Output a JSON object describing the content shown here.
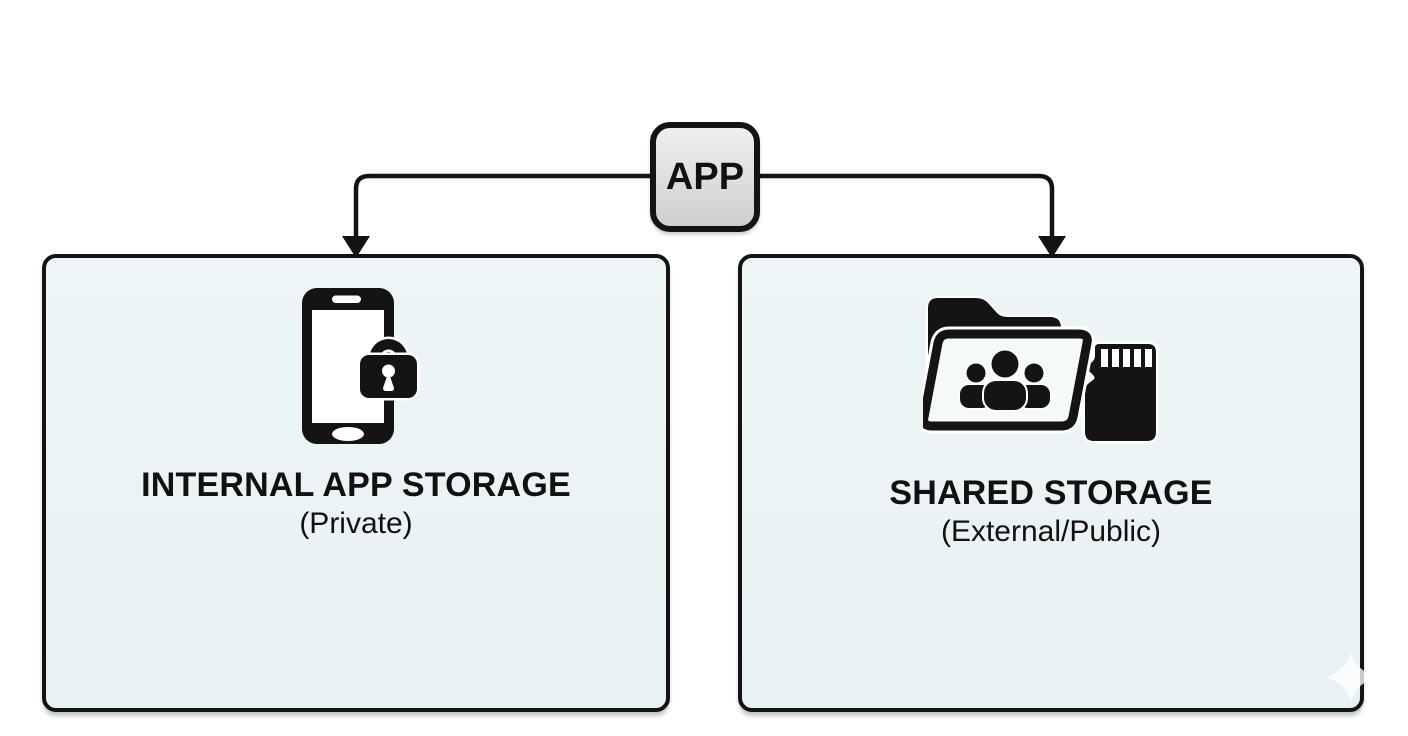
{
  "diagram": {
    "root": {
      "label": "APP"
    },
    "nodes": [
      {
        "title": "INTERNAL APP STORAGE",
        "subtitle": "(Private)",
        "icon": "phone-lock-icon"
      },
      {
        "title": "SHARED STORAGE",
        "subtitle": "(External/Public)",
        "icon": "folder-people-sdcard-icon"
      }
    ]
  },
  "colors": {
    "background": "#ffffff",
    "ink": "#141414",
    "node-fill": "#e8f1f3",
    "node-fill-top": "#eef5f6",
    "app-fill-top": "#efefef",
    "app-fill-bottom": "#cfcfcf",
    "text": "#111111"
  }
}
